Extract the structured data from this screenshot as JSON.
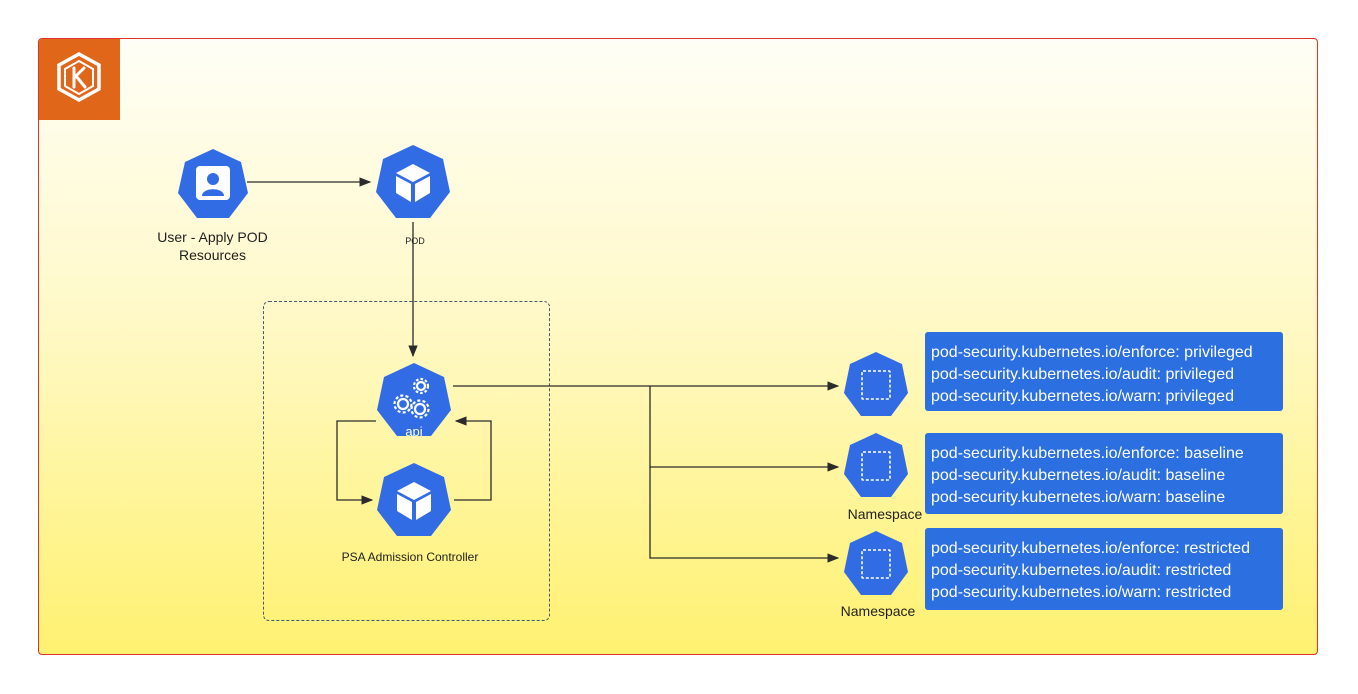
{
  "diagram": {
    "nodes": {
      "user": {
        "label": "User - Apply POD\nResources",
        "icon": "user-icon"
      },
      "pod": {
        "label": "POD",
        "icon": "pod-cube-icon"
      },
      "api": {
        "label": "api",
        "icon": "api-gears-icon"
      },
      "psa": {
        "label": "PSA Admission Controller",
        "icon": "pod-cube-icon"
      },
      "ns1": {
        "label": "",
        "icon": "namespace-icon"
      },
      "ns2": {
        "label": "Namespace",
        "icon": "namespace-icon"
      },
      "ns3": {
        "label": "Namespace",
        "icon": "namespace-icon"
      }
    },
    "policies": [
      {
        "lines": [
          "pod-security.kubernetes.io/enforce: privileged",
          "pod-security.kubernetes.io/audit: privileged",
          "pod-security.kubernetes.io/warn: privileged"
        ]
      },
      {
        "lines": [
          "pod-security.kubernetes.io/enforce: baseline",
          "pod-security.kubernetes.io/audit: baseline",
          "pod-security.kubernetes.io/warn: baseline"
        ]
      },
      {
        "lines": [
          "pod-security.kubernetes.io/enforce: restricted",
          "pod-security.kubernetes.io/audit: restricted",
          "pod-security.kubernetes.io/warn: restricted"
        ]
      }
    ],
    "colors": {
      "k8s_blue": "#326ce5",
      "policy_blue": "#2b6fe0",
      "frame_border": "#e0312b",
      "logo_orange": "#e0661a"
    }
  }
}
